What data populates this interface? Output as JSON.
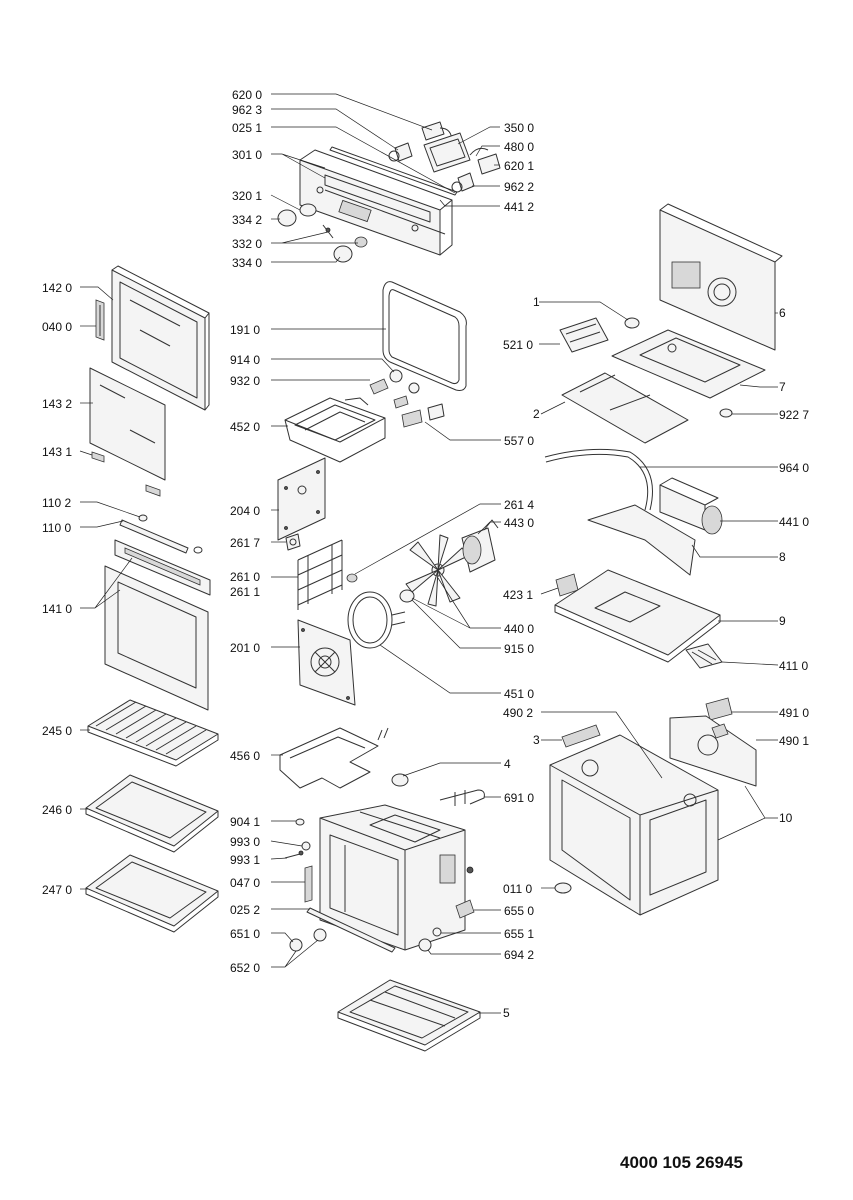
{
  "document_number": "4000 105 26945",
  "labels": [
    "620 0",
    "962 3",
    "025 1",
    "301 0",
    "320 1",
    "334 2",
    "332 0",
    "334 0",
    "350 0",
    "480 0",
    "620 1",
    "962 2",
    "441 2",
    "142 0",
    "040 0",
    "143 2",
    "143 1",
    "110 2",
    "110 0",
    "141 0",
    "245 0",
    "246 0",
    "247 0",
    "191 0",
    "914 0",
    "932 0",
    "452 0",
    "557 0",
    "204 0",
    "261 7",
    "261 0",
    "261 1",
    "201 0",
    "261 4",
    "443 0",
    "440 0",
    "915 0",
    "451 0",
    "456 0",
    "4",
    "691 0",
    "904 1",
    "993 0",
    "993 1",
    "047 0",
    "025 2",
    "651 0",
    "652 0",
    "655 0",
    "655 1",
    "694 2",
    "5",
    "011 0",
    "1",
    "521 0",
    "2",
    "6",
    "7",
    "922 7",
    "964 0",
    "441 0",
    "8",
    "423 1",
    "9",
    "411 0",
    "490 2",
    "491 0",
    "490 1",
    "3",
    "10"
  ]
}
